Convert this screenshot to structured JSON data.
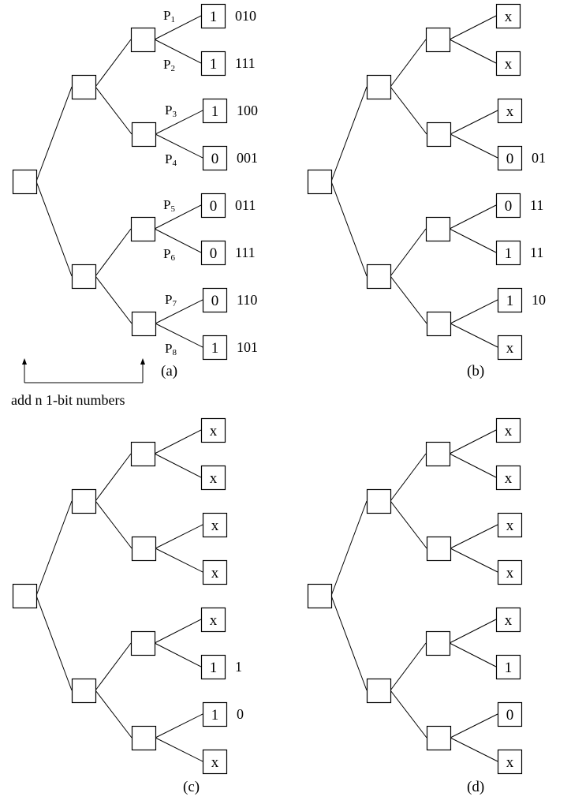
{
  "figure": {
    "colors": {
      "stroke": "#000000",
      "background": "#ffffff"
    },
    "annotation": "add n 1-bit numbers",
    "panels": [
      {
        "id": "a",
        "caption": "(a)",
        "leaves": [
          {
            "value": "1",
            "label": "010",
            "processor": "P",
            "index": "1"
          },
          {
            "value": "1",
            "label": "111",
            "processor": "P",
            "index": "2"
          },
          {
            "value": "1",
            "label": "100",
            "processor": "P",
            "index": "3"
          },
          {
            "value": "0",
            "label": "001",
            "processor": "P",
            "index": "4"
          },
          {
            "value": "0",
            "label": "011",
            "processor": "P",
            "index": "5"
          },
          {
            "value": "0",
            "label": "111",
            "processor": "P",
            "index": "6"
          },
          {
            "value": "0",
            "label": "110",
            "processor": "P",
            "index": "7"
          },
          {
            "value": "1",
            "label": "101",
            "processor": "P",
            "index": "8"
          }
        ]
      },
      {
        "id": "b",
        "caption": "(b)",
        "leaves": [
          {
            "value": "x",
            "label": ""
          },
          {
            "value": "x",
            "label": ""
          },
          {
            "value": "x",
            "label": ""
          },
          {
            "value": "0",
            "label": "01"
          },
          {
            "value": "0",
            "label": "11"
          },
          {
            "value": "1",
            "label": "11"
          },
          {
            "value": "1",
            "label": "10"
          },
          {
            "value": "x",
            "label": ""
          }
        ]
      },
      {
        "id": "c",
        "caption": "(c)",
        "leaves": [
          {
            "value": "x",
            "label": ""
          },
          {
            "value": "x",
            "label": ""
          },
          {
            "value": "x",
            "label": ""
          },
          {
            "value": "x",
            "label": ""
          },
          {
            "value": "x",
            "label": ""
          },
          {
            "value": "1",
            "label": "1"
          },
          {
            "value": "1",
            "label": "0"
          },
          {
            "value": "x",
            "label": ""
          }
        ]
      },
      {
        "id": "d",
        "caption": "(d)",
        "leaves": [
          {
            "value": "x",
            "label": ""
          },
          {
            "value": "x",
            "label": ""
          },
          {
            "value": "x",
            "label": ""
          },
          {
            "value": "x",
            "label": ""
          },
          {
            "value": "x",
            "label": ""
          },
          {
            "value": "1",
            "label": ""
          },
          {
            "value": "0",
            "label": ""
          },
          {
            "value": "x",
            "label": ""
          }
        ]
      }
    ]
  }
}
